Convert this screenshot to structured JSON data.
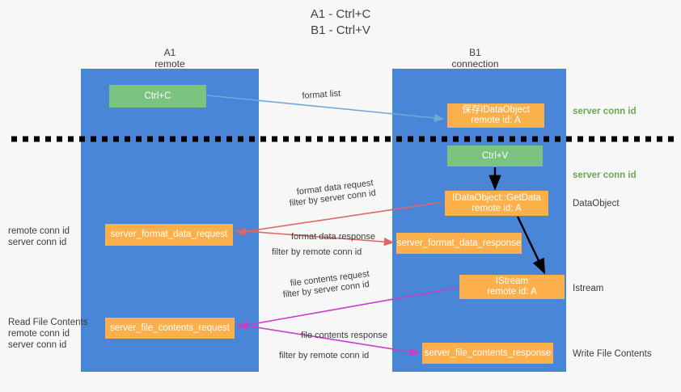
{
  "title": {
    "line1": "A1 - Ctrl+C",
    "line2": "B1 - Ctrl+V"
  },
  "lanes": {
    "a1": {
      "name": "A1",
      "role": "remote"
    },
    "b1": {
      "name": "B1",
      "role": "connection"
    }
  },
  "boxes": {
    "ctrl_c": "Ctrl+C",
    "save_dataobject_line1": "保存IDataObject",
    "save_dataobject_line2": "remote id: A",
    "ctrl_v": "Ctrl+V",
    "getdata_line1": "IDataObject::GetData",
    "getdata_line2": "remote id: A",
    "server_format_data_request": "server_format_data_request",
    "server_format_data_response": "server_format_data_response",
    "istream_line1": "IStream",
    "istream_line2": "remote id: A",
    "server_file_contents_request": "server_file_contents_request",
    "server_file_contents_response": "server_file_contents_response"
  },
  "annotations": {
    "server_conn_id": "server conn id",
    "remote_conn_id": "remote conn id",
    "dataobject": "DataObject",
    "istream": "Istream",
    "write_file_contents": "Write File Contents",
    "read_file_contents": "Read File Contents"
  },
  "captions": {
    "format_list": "format list",
    "format_data_request": "format data request",
    "format_data_response": "format data response",
    "file_contents_request": "file contents request",
    "file_contents_response": "file contents response",
    "filter_by": "filter by "
  },
  "colors": {
    "lane": "#4a86d8",
    "green_box": "#7ac47f",
    "orange_box": "#fbb04c",
    "server_conn_id": "#6aa84f",
    "remote_conn_id": "#c63fc6",
    "arrow_blue": "#6fa8dc",
    "arrow_red": "#e06666",
    "arrow_magenta": "#c63fc6",
    "arrow_black": "#000000",
    "background": "#f7f7f7"
  }
}
